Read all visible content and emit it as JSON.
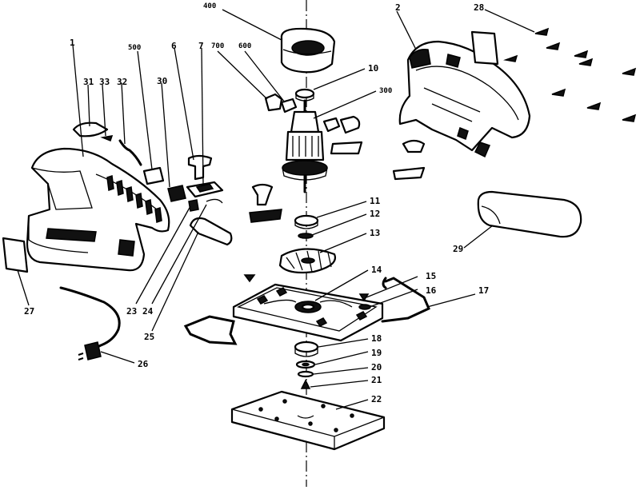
{
  "labels": {
    "l400": "400",
    "l2": "2",
    "l28": "28",
    "l1": "1",
    "l500": "500",
    "l6": "6",
    "l7": "7",
    "l700": "700",
    "l600": "600",
    "l10": "10",
    "l300": "300",
    "l31": "31",
    "l33": "33",
    "l32": "32",
    "l30": "30",
    "l11": "11",
    "l12": "12",
    "l13": "13",
    "l29": "29",
    "l27": "27",
    "l23": "23",
    "l24": "24",
    "l25": "25",
    "l14": "14",
    "l15": "15",
    "l16": "16",
    "l17": "17",
    "l18": "18",
    "l19": "19",
    "l20": "20",
    "l21": "21",
    "l22": "22",
    "l26": "26"
  }
}
